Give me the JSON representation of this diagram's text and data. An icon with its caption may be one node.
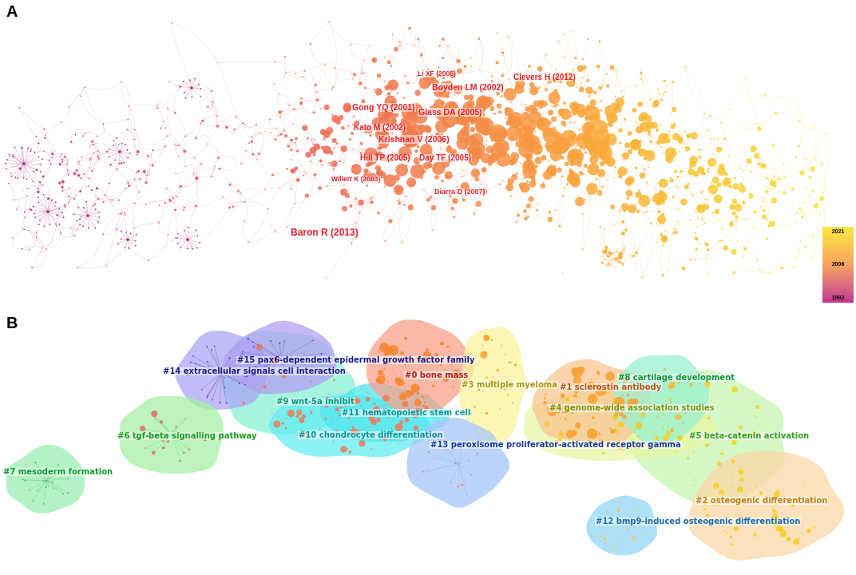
{
  "diagram": {
    "labels": [
      "A",
      "Li XF (2005)",
      "Clevers H (2012)",
      "Boyden LM (2002)",
      "Gong YQ (2001)",
      "Glass DA (2005)",
      "Kato M (2002)",
      "Krishnan V (2006)",
      "Hill TP (2005)",
      "Day TF (2005)",
      "Willert K (2003)",
      "Diarra D (2007)",
      "Baron R (2013)",
      "2021",
      "2006",
      "1992",
      "B",
      "#15 pax6-dependent epidermal growth factor family",
      "#14 extracellular signals cell interaction",
      "#0 bone mass",
      "#8 cartilage development",
      "#3 multiple myeloma",
      "#1 sclerostin antibody",
      "#9 wnt-5a inhibit",
      "#4 genome-wide association studies",
      "#11 hematopoietic stem cell",
      "#6 tgf-beta signalling pathway",
      "#10 chondrocyte differentiation",
      "#13 peroxisome proliferator-activated receptor gamma",
      "#5 beta-catenin activation",
      "#7 mesoderm formation",
      "#2 osteogenic differentiation",
      "#12 bmp9-induced osteogenic differentiation"
    ]
  }
}
